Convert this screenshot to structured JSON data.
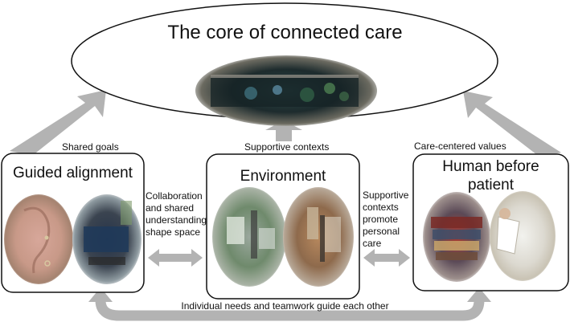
{
  "title": "The core of connected care",
  "boxes": {
    "left": {
      "title": "Guided alignment",
      "top_label": "Shared goals"
    },
    "middle": {
      "title": "Environment",
      "top_label": "Supportive contexts"
    },
    "right": {
      "title_line1": "Human before",
      "title_line2": "patient",
      "top_label": "Care-centered values"
    }
  },
  "connectors": {
    "left_middle": [
      "Collaboration",
      "and shared",
      "understanding",
      "shape space"
    ],
    "middle_right": [
      "Supportive",
      "contexts",
      "promote",
      "personal",
      "care"
    ],
    "bottom": "Individual needs and teamwork guide each other"
  },
  "colors": {
    "arrow": "#b3b3b3",
    "border": "#111111"
  }
}
